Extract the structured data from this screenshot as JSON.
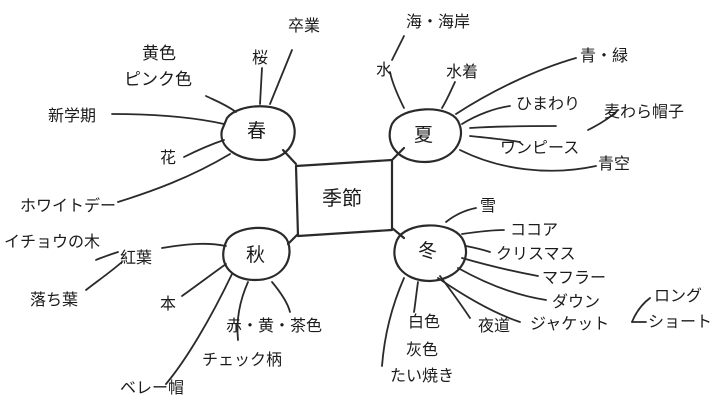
{
  "center": "季節",
  "seasons": {
    "spring": {
      "label": "春",
      "items": [
        "卒業",
        "桜",
        "黄色",
        "ピンク色",
        "新学期",
        "花",
        "ホワイトデー"
      ]
    },
    "summer": {
      "label": "夏",
      "items": [
        "海・海岸",
        "水",
        "水着",
        "青・緑",
        "ひまわり",
        "麦わら帽子",
        "ワンピース",
        "青空"
      ]
    },
    "autumn": {
      "label": "秋",
      "items": [
        "イチョウの木",
        "紅葉",
        "落ち葉",
        "本",
        "赤・黄・茶色",
        "チェック柄",
        "ベレー帽"
      ]
    },
    "winter": {
      "label": "冬",
      "items": [
        "雪",
        "ココア",
        "クリスマス",
        "マフラー",
        "ダウン",
        "ジャケット",
        "ロング",
        "ショート",
        "白色",
        "灰色",
        "たい焼き",
        "夜道"
      ]
    }
  }
}
